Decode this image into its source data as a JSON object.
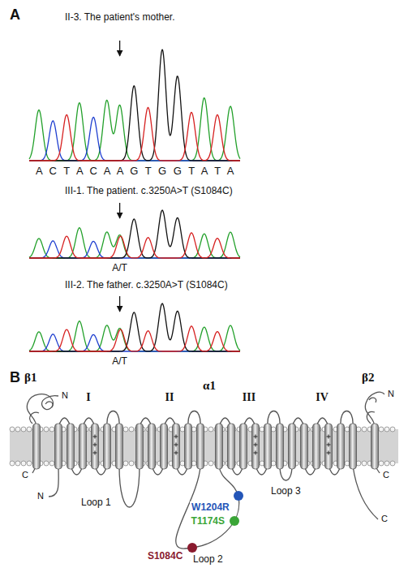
{
  "diagram": {
    "nodes": [
      {
        "text": [
          "W1204R"
        ]
      },
      {
        "text": [
          "T1174S"
        ]
      },
      {
        "text": [
          "S1084C"
        ]
      }
    ],
    "labels": [
      "A",
      "II-3. The patient's mother.",
      "A C T A C A A G T G G T A T A",
      "III-1. The patient. c.3250A>T (S1084C)",
      "A/T",
      "III-2. The father. c.3250A>T (S1084C)",
      "A/T",
      "B",
      "β1",
      "N",
      "C",
      "I",
      "α1",
      "II",
      "III",
      "IV",
      "β2",
      "N",
      "C",
      "N",
      "Loop 1",
      "Loop 3",
      "Loop 2",
      "C"
    ]
  }
}
